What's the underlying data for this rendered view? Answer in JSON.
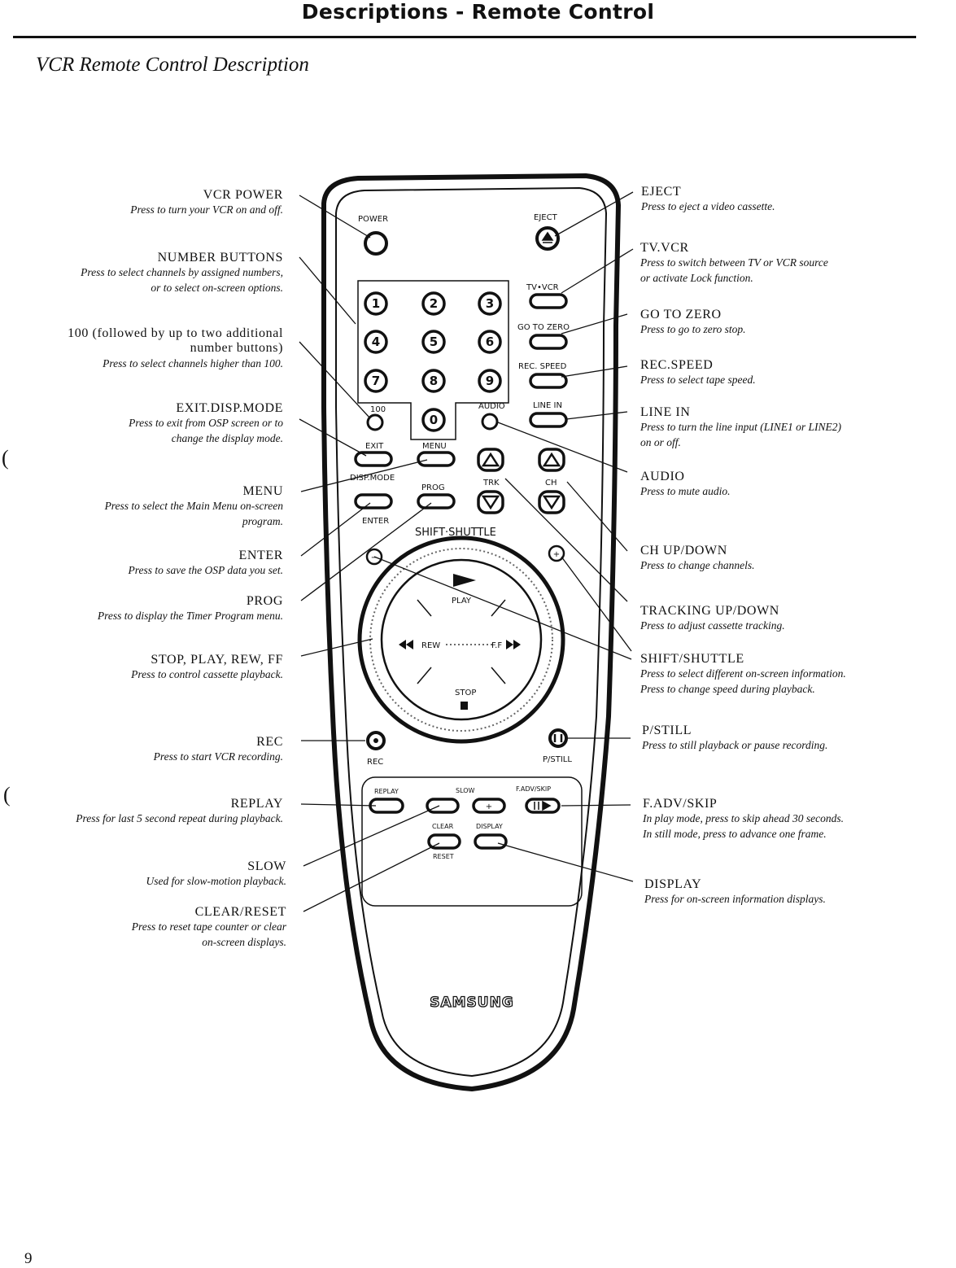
{
  "header": {
    "title": "Descriptions - Remote Control",
    "subtitle": "VCR Remote Control Description",
    "page_number": "9"
  },
  "remote": {
    "brand": "SAMSUNG",
    "key_labels": {
      "power": "POWER",
      "eject": "EJECT",
      "tvvcr": "TV•VCR",
      "gotozero": "GO TO ZERO",
      "recspeed": "REC. SPEED",
      "audio": "AUDIO",
      "linein": "LINE IN",
      "hundred": "100",
      "exit": "EXIT",
      "menu": "MENU",
      "dispmode": "DISP.MODE",
      "prog": "PROG",
      "trk": "TRK",
      "ch": "CH",
      "enter": "ENTER",
      "shift_shuttle": "SHIFT·SHUTTLE",
      "play": "PLAY",
      "rew": "REW",
      "ff": "F.F",
      "stop": "STOP",
      "rec": "REC",
      "pstill": "P/STILL",
      "replay": "REPLAY",
      "slow": "SLOW",
      "fadvskip": "F.ADV/SKIP",
      "clear": "CLEAR",
      "display": "DISPLAY",
      "reset": "RESET"
    },
    "digits": [
      "1",
      "2",
      "3",
      "4",
      "5",
      "6",
      "7",
      "8",
      "9",
      "0"
    ]
  },
  "left_labels": [
    {
      "title": "VCR POWER",
      "desc": [
        "Press to turn your VCR on and off."
      ]
    },
    {
      "title": "NUMBER BUTTONS",
      "desc": [
        "Press to select channels by assigned numbers,",
        "or to select on-screen options."
      ]
    },
    {
      "title": "100 (followed by up to two additional",
      "title2": "number buttons)",
      "desc": [
        "Press to select channels higher than 100."
      ]
    },
    {
      "title": "EXIT.DISP.MODE",
      "desc": [
        "Press to exit from OSP screen or to",
        "change the display mode."
      ]
    },
    {
      "title": "MENU",
      "desc": [
        "Press to select the Main Menu on-screen",
        "program."
      ]
    },
    {
      "title": "ENTER",
      "desc": [
        "Press to save the OSP data you set."
      ]
    },
    {
      "title": "PROG",
      "desc": [
        "Press to display the Timer Program menu."
      ]
    },
    {
      "title": "STOP, PLAY, REW, FF",
      "desc": [
        "Press to control cassette playback."
      ]
    },
    {
      "title": "REC",
      "desc": [
        "Press to start VCR recording."
      ]
    },
    {
      "title": "REPLAY",
      "desc": [
        "Press for last 5 second repeat during playback."
      ]
    },
    {
      "title": "SLOW",
      "desc": [
        "Used for slow-motion playback."
      ]
    },
    {
      "title": "CLEAR/RESET",
      "desc": [
        "Press to reset tape counter or clear",
        "on-screen displays."
      ]
    }
  ],
  "right_labels": [
    {
      "title": "EJECT",
      "desc": [
        "Press to eject a video cassette."
      ]
    },
    {
      "title": "TV.VCR",
      "desc": [
        "Press to switch between TV or VCR source",
        "or activate Lock function."
      ]
    },
    {
      "title": "GO TO ZERO",
      "desc": [
        "Press to go to zero stop."
      ]
    },
    {
      "title": "REC.SPEED",
      "desc": [
        "Press to select tape speed."
      ]
    },
    {
      "title": "LINE IN",
      "desc": [
        "Press to turn the line input (LINE1 or LINE2)",
        "on or off."
      ]
    },
    {
      "title": "AUDIO",
      "desc": [
        "Press to mute audio."
      ]
    },
    {
      "title": "CH UP/DOWN",
      "desc": [
        "Press to change channels."
      ]
    },
    {
      "title": "TRACKING UP/DOWN",
      "desc": [
        "Press to adjust cassette tracking."
      ]
    },
    {
      "title": "SHIFT/SHUTTLE",
      "desc": [
        "Press to select different on-screen information.",
        "Press to change speed during playback."
      ]
    },
    {
      "title": "P/STILL",
      "desc": [
        "Press to still playback or pause recording."
      ]
    },
    {
      "title": "F.ADV/SKIP",
      "desc": [
        "In play mode, press to skip ahead 30 seconds.",
        "In still mode, press to advance one frame."
      ]
    },
    {
      "title": "DISPLAY",
      "desc": [
        "Press for on-screen information displays."
      ]
    }
  ],
  "margin_marks": [
    "(",
    "("
  ]
}
